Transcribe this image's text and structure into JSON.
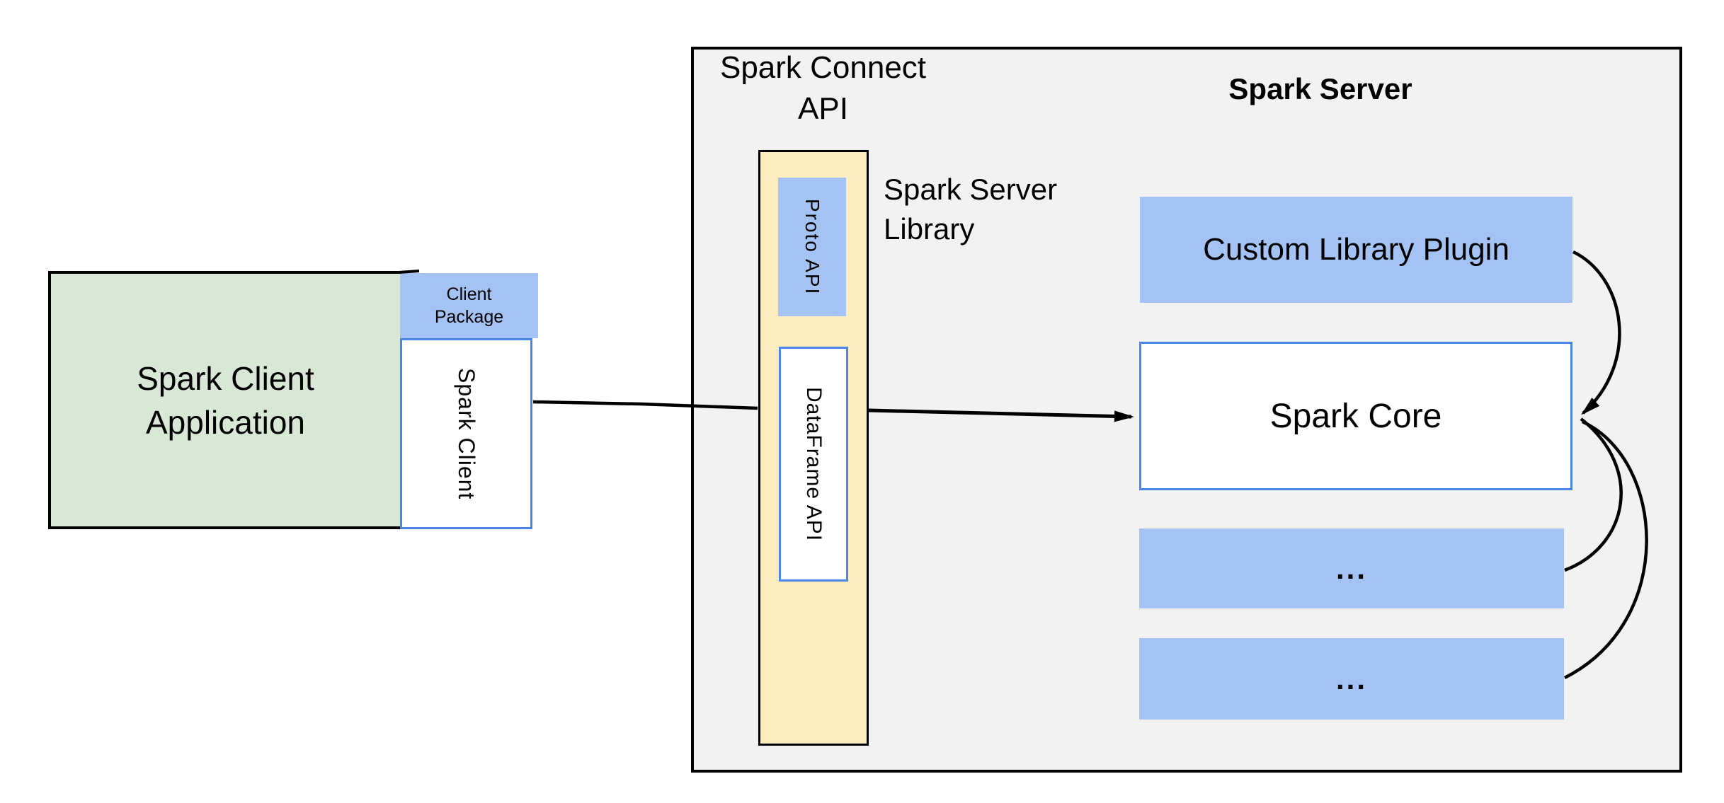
{
  "client": {
    "app_label": "Spark Client Application",
    "package_label": "Client Package",
    "client_label": "Spark Client"
  },
  "connect": {
    "title": "Spark Connect API",
    "proto_label": "Proto API",
    "dataframe_label": "DataFrame API",
    "library_label": "Spark Server Library"
  },
  "server": {
    "title": "Spark Server",
    "plugin_label": "Custom Library Plugin",
    "core_label": "Spark Core",
    "more_boxes": [
      "...",
      "..."
    ]
  },
  "colors": {
    "blue_fill": "#a4c2f4",
    "green_fill": "#d9e7d6",
    "yellow_fill": "#fdecc0",
    "gray_fill": "#f2f2f2",
    "blue_border": "#4a86e8",
    "ink": "#000000"
  }
}
